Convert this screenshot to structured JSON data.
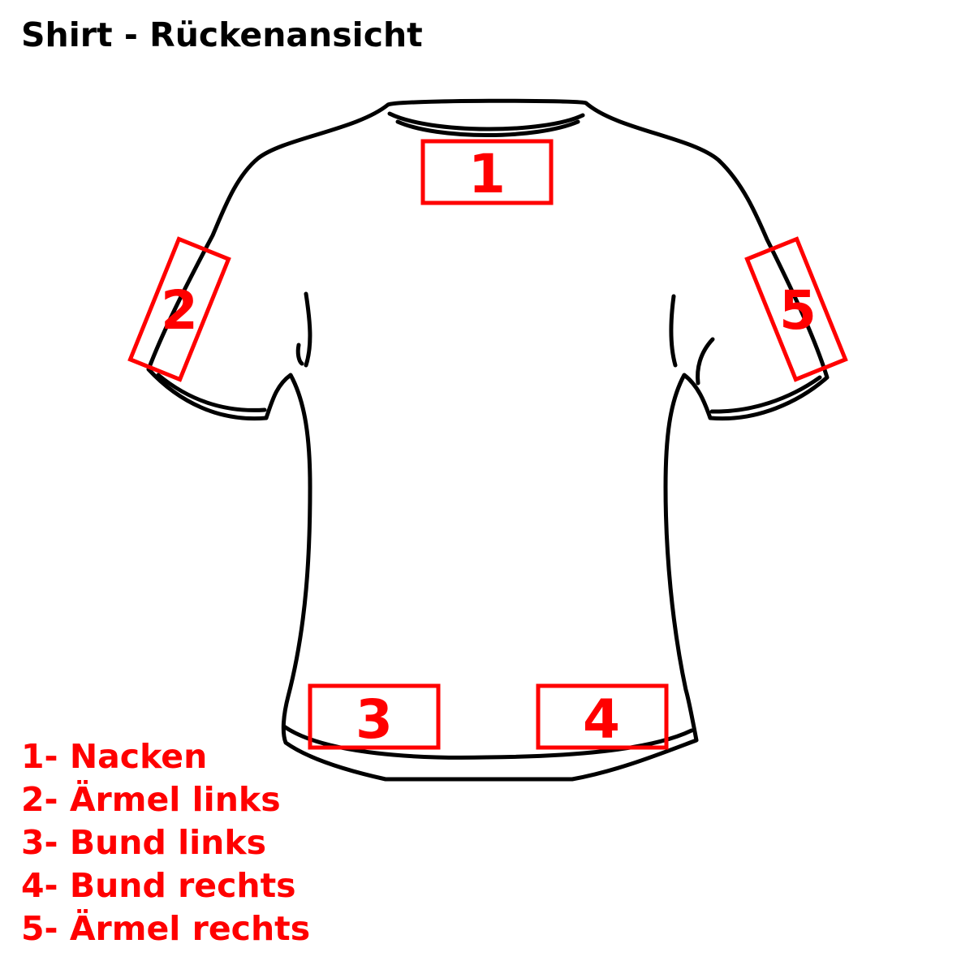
{
  "title": "Shirt - Rückenansicht",
  "colors": {
    "accent": "#ff0000",
    "outline": "#000000",
    "background": "#ffffff"
  },
  "zones": [
    {
      "number": "1",
      "label": "Nacken"
    },
    {
      "number": "2",
      "label": "Ärmel links"
    },
    {
      "number": "3",
      "label": "Bund links"
    },
    {
      "number": "4",
      "label": "Bund rechts"
    },
    {
      "number": "5",
      "label": "Ärmel rechts"
    }
  ],
  "legend": [
    "1- Nacken",
    "2- Ärmel links",
    "3- Bund links",
    "4- Bund rechts",
    "5- Ärmel rechts"
  ]
}
